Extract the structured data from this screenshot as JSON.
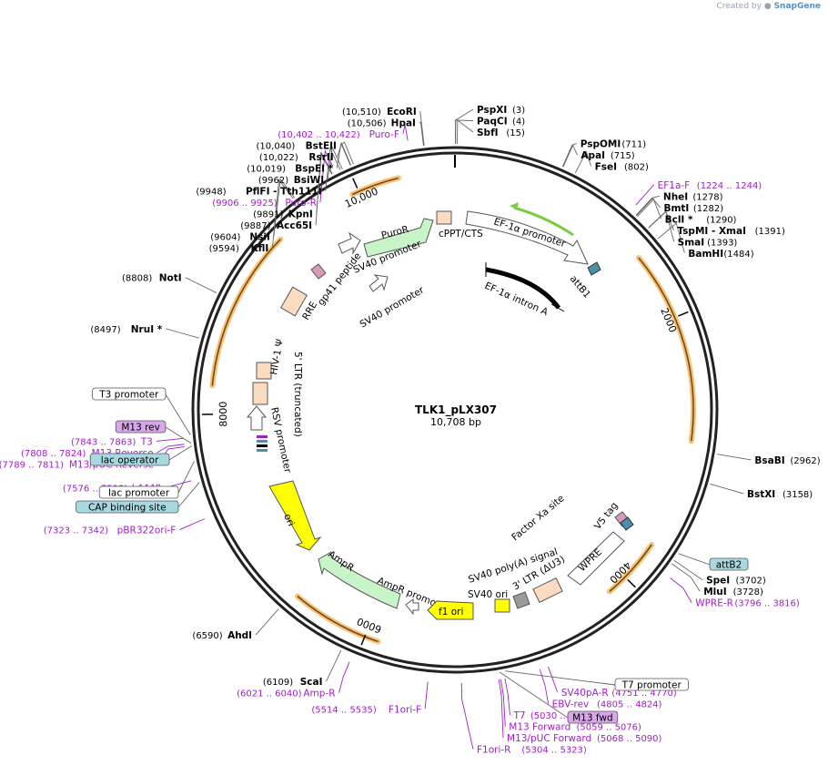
{
  "credit": {
    "prefix": "Created by",
    "brand": "SnapGene"
  },
  "map": {
    "name": "TLK1_pLX307",
    "length": "10,708 bp",
    "total_bp": 10708
  },
  "ticks": [
    {
      "label": "2000",
      "bp": 2000
    },
    {
      "label": "4000",
      "bp": 4000
    },
    {
      "label": "6000",
      "bp": 6000
    },
    {
      "label": "8000",
      "bp": 8000
    },
    {
      "label": "10,000",
      "bp": 10000
    }
  ],
  "enzymes": [
    {
      "name": "PspXI",
      "pos": "(3)",
      "bp": 3
    },
    {
      "name": "PaqCI",
      "pos": "(4)",
      "bp": 4
    },
    {
      "name": "SbfI",
      "pos": "(15)",
      "bp": 15
    },
    {
      "name": "PspOMI",
      "pos": "(711)",
      "bp": 711
    },
    {
      "name": "ApaI",
      "pos": "(715)",
      "bp": 715
    },
    {
      "name": "FseI",
      "pos": "(802)",
      "bp": 802
    },
    {
      "name": "NheI",
      "pos": "(1278)",
      "bp": 1278
    },
    {
      "name": "BmtI",
      "pos": "(1282)",
      "bp": 1282
    },
    {
      "name": "BclI *",
      "pos": "(1290)",
      "bp": 1290
    },
    {
      "name": "TspMI - XmaI",
      "pos": "(1391)",
      "bp": 1391
    },
    {
      "name": "SmaI",
      "pos": "(1393)",
      "bp": 1393
    },
    {
      "name": "BamHI",
      "pos": "(1484)",
      "bp": 1484
    },
    {
      "name": "BsaBI",
      "pos": "(2962)",
      "bp": 2962
    },
    {
      "name": "BstXI",
      "pos": "(3158)",
      "bp": 3158
    },
    {
      "name": "SpeI",
      "pos": "(3702)",
      "bp": 3702
    },
    {
      "name": "MluI",
      "pos": "(3728)",
      "bp": 3728
    },
    {
      "name": "ScaI",
      "pos": "(6109)",
      "bp": 6109
    },
    {
      "name": "AhdI",
      "pos": "(6590)",
      "bp": 6590
    },
    {
      "name": "NruI *",
      "pos": "(8497)",
      "bp": 8497
    },
    {
      "name": "NotI",
      "pos": "(8808)",
      "bp": 8808
    },
    {
      "name": "KflI",
      "pos": "(9594)",
      "bp": 9594
    },
    {
      "name": "NsiI",
      "pos": "(9604)",
      "bp": 9604
    },
    {
      "name": "Acc65I",
      "pos": "(9887)",
      "bp": 9887
    },
    {
      "name": "KpnI",
      "pos": "(9891)",
      "bp": 9891
    },
    {
      "name": "PflFI - Tth111I",
      "pos": "(9948)",
      "bp": 9948
    },
    {
      "name": "BsiWI",
      "pos": "(9962)",
      "bp": 9962
    },
    {
      "name": "BspEI *",
      "pos": "(10,019)",
      "bp": 10019
    },
    {
      "name": "RsrII",
      "pos": "(10,022)",
      "bp": 10022
    },
    {
      "name": "BstEII",
      "pos": "(10,040)",
      "bp": 10040
    },
    {
      "name": "HpaI",
      "pos": "(10,506)",
      "bp": 10506
    },
    {
      "name": "EcoRI",
      "pos": "(10,510)",
      "bp": 10510
    }
  ],
  "primers": [
    {
      "name": "EF1a-F",
      "pos": "(1224 .. 1244)",
      "bp": 1234
    },
    {
      "name": "WPRE-R",
      "pos": "(3796 .. 3816)",
      "bp": 3806
    },
    {
      "name": "SV40pA-R",
      "pos": "(4751 .. 4770)",
      "bp": 4760
    },
    {
      "name": "EBV-rev",
      "pos": "(4805 .. 4824)",
      "bp": 4815
    },
    {
      "name": "T7",
      "pos": "(5030 .. 5049)",
      "bp": 5040
    },
    {
      "name": "M13 Forward",
      "pos": "(5059 .. 5076)",
      "bp": 5067
    },
    {
      "name": "M13/pUC Forward",
      "pos": "(5068 .. 5090)",
      "bp": 5079
    },
    {
      "name": "F1ori-R",
      "pos": "(5304 .. 5323)",
      "bp": 5313
    },
    {
      "name": "F1ori-F",
      "pos": "(5514 .. 5535)",
      "bp": 5524
    },
    {
      "name": "Amp-R",
      "pos": "(6021 .. 6040)",
      "bp": 6030
    },
    {
      "name": "pBR322ori-F",
      "pos": "(7323 .. 7342)",
      "bp": 7332
    },
    {
      "name": "L4440",
      "pos": "(7576 .. 7593)",
      "bp": 7584
    },
    {
      "name": "M13/pUC Reverse",
      "pos": "(7789 .. 7811)",
      "bp": 7800
    },
    {
      "name": "M13 Reverse",
      "pos": "(7808 .. 7824)",
      "bp": 7816
    },
    {
      "name": "T3",
      "pos": "(7843 .. 7863)",
      "bp": 7853
    },
    {
      "name": "Puro-R",
      "pos": "(9906 .. 9925)",
      "bp": 9915
    },
    {
      "name": "Puro-F",
      "pos": "(10,402 .. 10,422)",
      "bp": 10412
    }
  ],
  "boxed_features": [
    {
      "name": "attB2",
      "bp": 3650,
      "fill": "#a8d8e0"
    },
    {
      "name": "T7 promoter",
      "bp": 5030,
      "fill": "#ffffff"
    },
    {
      "name": "M13 fwd",
      "bp": 5067,
      "fill": "#d9a6ec"
    },
    {
      "name": "CAP binding site",
      "bp": 7560,
      "fill": "#a8d8e0"
    },
    {
      "name": "lac promoter",
      "bp": 7700,
      "fill": "#ffffff"
    },
    {
      "name": "M13/pUC Reverse",
      "bp": 7800,
      "fill": "#a8d8e0",
      "label": "lac operator"
    },
    {
      "name": "M13 rev",
      "bp": 7816,
      "fill": "#d9a6ec"
    },
    {
      "name": "T3 promoter",
      "bp": 7870,
      "fill": "#ffffff"
    }
  ],
  "features": [
    {
      "name": "PuroR",
      "label": "PuroR"
    },
    {
      "name": "cPPT/CTS",
      "label": "cPPT/CTS"
    },
    {
      "name": "EF-1α promoter",
      "label": "EF-1α promoter"
    },
    {
      "name": "EF-1α intron A",
      "label": "EF-1α intron A"
    },
    {
      "name": "attB1",
      "label": "attB1"
    },
    {
      "name": "SV40 promoter 1",
      "label": "SV40 promoter"
    },
    {
      "name": "SV40 promoter 2",
      "label": "SV40 promoter"
    },
    {
      "name": "RRE",
      "label": "RRE"
    },
    {
      "name": "gp41 peptide",
      "label": "gp41 peptide"
    },
    {
      "name": "HIV-1 Ψ",
      "label": "HIV-1 Ψ"
    },
    {
      "name": "5' LTR (truncated)",
      "label": "5' LTR (truncated)"
    },
    {
      "name": "RSV promoter",
      "label": "RSV promoter"
    },
    {
      "name": "ori",
      "label": "ori"
    },
    {
      "name": "AmpR",
      "label": "AmpR"
    },
    {
      "name": "AmpR promoter",
      "label": "AmpR promoter"
    },
    {
      "name": "f1 ori",
      "label": "f1 ori"
    },
    {
      "name": "SV40 ori",
      "label": "SV40 ori"
    },
    {
      "name": "SV40 poly(A) signal",
      "label": "SV40 poly(A) signal"
    },
    {
      "name": "3' LTR (ΔU3)",
      "label": "3' LTR (ΔU3)"
    },
    {
      "name": "WPRE",
      "label": "WPRE"
    },
    {
      "name": "V5 tag",
      "label": "V5 tag"
    },
    {
      "name": "Factor Xa site",
      "label": "Factor Xa site"
    }
  ],
  "colors": {
    "backbone": "#222222",
    "orf": "#f5c27a",
    "promoter_fill": "#ffffff",
    "puro_fill": "#c8f5c8",
    "ori_fill": "#ffff00",
    "ltr_fill": "#fcdcc0",
    "primer": "#a020c8",
    "green_orf": "#7acc44"
  }
}
